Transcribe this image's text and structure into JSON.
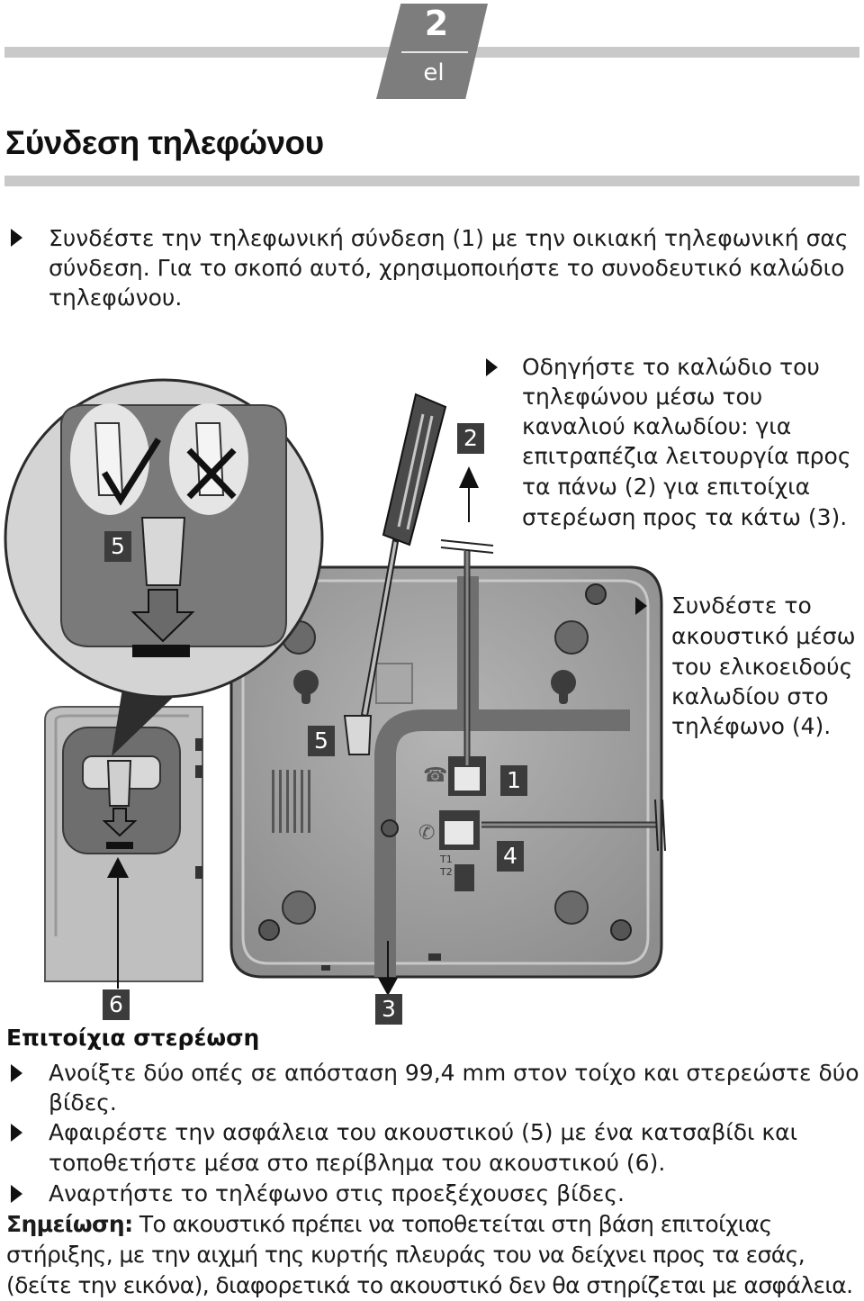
{
  "header": {
    "page_number": "2",
    "language": "el"
  },
  "title": "Σύνδεση τηλεφώνου",
  "intro": {
    "lines": [
      "Συνδέστε την τηλεφωνική σύνδεση (1) με την οικιακή τηλεφωνική σας",
      "σύνδεση. Για το σκοπό αυτό, χρησιμοποιήστε το συνοδευτικό καλώδιο",
      "τηλεφώνου."
    ]
  },
  "cable_guide": {
    "lines": [
      "Οδηγήστε το καλώδιο του",
      "τηλεφώνου μέσω του",
      "καναλιού καλωδίου: για",
      "επιτραπέζια λειτουργία προς",
      "τα πάνω (2) για επιτοίχια",
      "στερέωση προς τα κάτω (3)."
    ]
  },
  "handset_connect": {
    "lines": [
      "Συνδέστε το",
      "ακουστικό μέσω",
      "του ελικοειδούς",
      "καλωδίου στο",
      "τηλέφωνο (4)."
    ]
  },
  "figure": {
    "callouts": [
      "1",
      "2",
      "3",
      "4",
      "5",
      "5",
      "6"
    ],
    "port_labels": [
      "T1",
      "T2"
    ]
  },
  "wall_mount": {
    "heading": "Επιτοίχια στερέωση",
    "steps": [
      [
        "Ανοίξτε δύο οπές σε απόσταση 99,4 mm στον τοίχο και στερεώστε δύο",
        "βίδες."
      ],
      [
        "Αφαιρέστε την ασφάλεια του ακουστικού (5) με ένα κατσαβίδι και",
        "τοποθετήστε μέσα στο περίβλημα του ακουστικού (6)."
      ],
      [
        "Αναρτήστε το τηλέφωνο στις προεξέχουσες βίδες."
      ]
    ]
  },
  "note": {
    "label": "Σημείωση:",
    "text": "Το ακουστικό πρέπει να τοποθετείται στη βάση επιτοίχιας στήριξης, με την αιχμή της κυρτής πλευράς του να δείχνει προς τα εσάς, (δείτε την εικόνα), διαφορετικά το ακουστικό δεν θα στηρίζεται με ασφάλεια."
  },
  "icons": [
    "bullet-triangle-icon",
    "check-mark-icon",
    "cross-mark-icon",
    "screwdriver-icon",
    "phone-handset-icon",
    "arrow-up-icon",
    "arrow-down-icon"
  ]
}
